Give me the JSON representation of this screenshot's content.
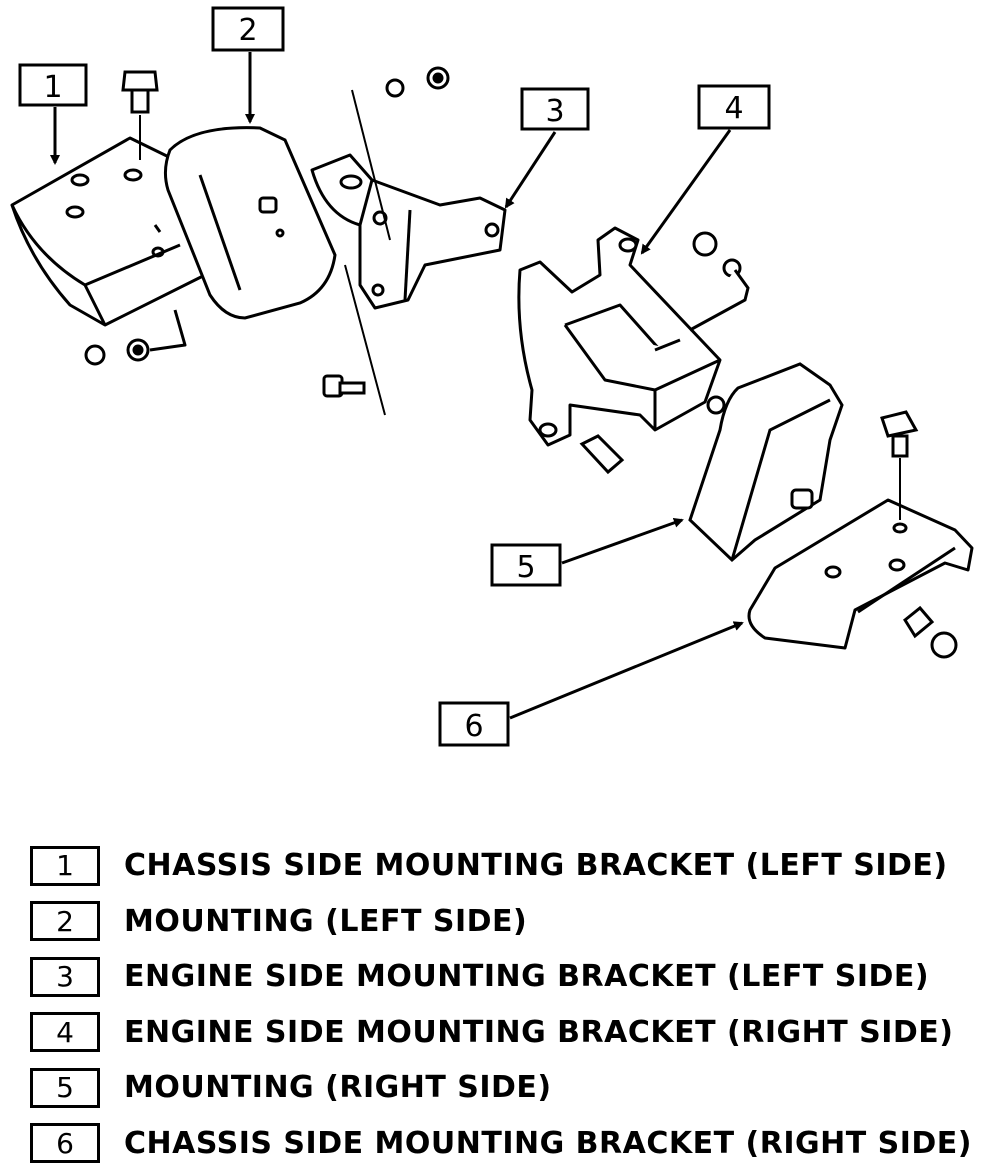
{
  "callouts": [
    "1",
    "2",
    "3",
    "4",
    "5",
    "6"
  ],
  "legend": [
    {
      "num": "1",
      "text": "CHASSIS SIDE MOUNTING BRACKET (LEFT SIDE)"
    },
    {
      "num": "2",
      "text": "MOUNTING (LEFT SIDE)"
    },
    {
      "num": "3",
      "text": "ENGINE SIDE MOUNTING BRACKET (LEFT SIDE)"
    },
    {
      "num": "4",
      "text": "ENGINE SIDE MOUNTING BRACKET (RIGHT SIDE)"
    },
    {
      "num": "5",
      "text": "MOUNTING (RIGHT SIDE)"
    },
    {
      "num": "6",
      "text": "CHASSIS SIDE MOUNTING BRACKET (RIGHT SIDE)"
    }
  ]
}
